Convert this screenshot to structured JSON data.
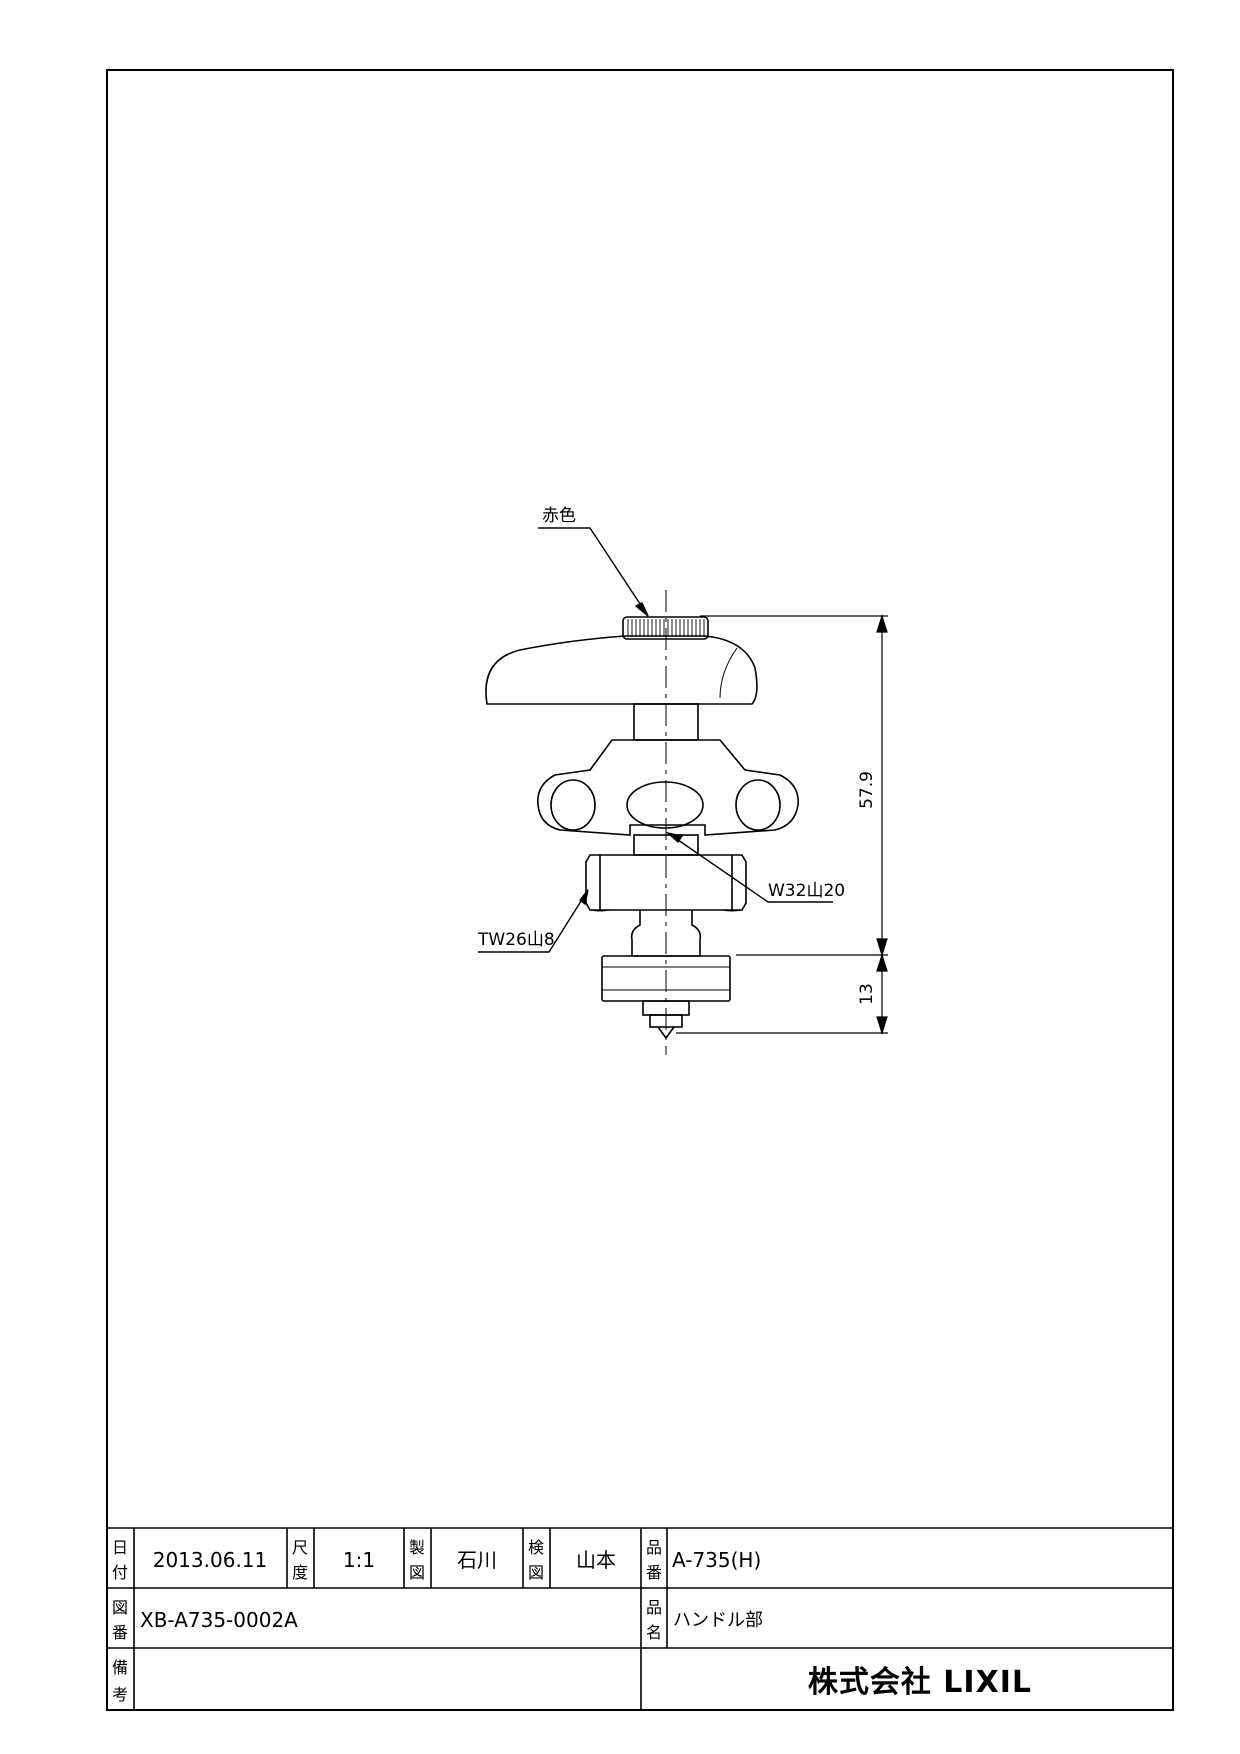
{
  "drawing": {
    "callouts": {
      "color_note": "赤色",
      "thread_w": "W32山20",
      "thread_tw": "TW26山8"
    },
    "dimensions": {
      "overall_height": "57.9",
      "lower_height": "13"
    }
  },
  "title_block": {
    "date_label": [
      "日",
      "付"
    ],
    "date_value": "2013.06.11",
    "scale_label": [
      "尺",
      "度"
    ],
    "scale_value": "1:1",
    "drawn_label": [
      "製",
      "図"
    ],
    "drawn_value": "石川",
    "checked_label": [
      "検",
      "図"
    ],
    "checked_value": "山本",
    "part_no_label": [
      "品",
      "番"
    ],
    "part_no_value": "A-735(H)",
    "drawing_no_label": [
      "図",
      "番"
    ],
    "drawing_no_value": "XB-A735-0002A",
    "part_name_label": [
      "品",
      "名"
    ],
    "part_name_value": "ハンドル部",
    "remarks_label": [
      "備",
      "考"
    ],
    "company": "株式会社 LIXIL"
  }
}
